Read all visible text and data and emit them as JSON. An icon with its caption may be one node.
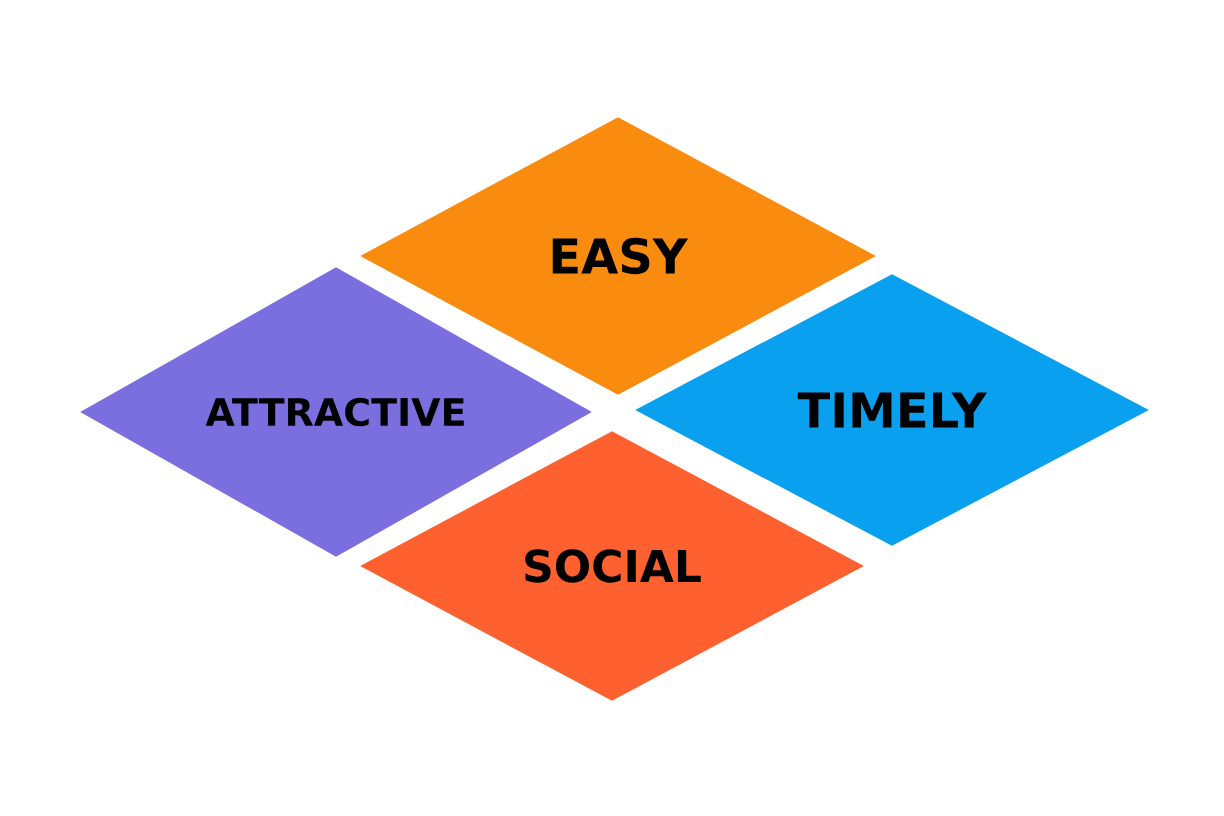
{
  "diagram": {
    "nodes": [
      {
        "text": [
          "EASY"
        ]
      },
      {
        "text": [
          "ATTRACTIVE"
        ]
      },
      {
        "text": [
          "TIMELY"
        ]
      },
      {
        "text": [
          "SOCIAL"
        ]
      }
    ]
  }
}
